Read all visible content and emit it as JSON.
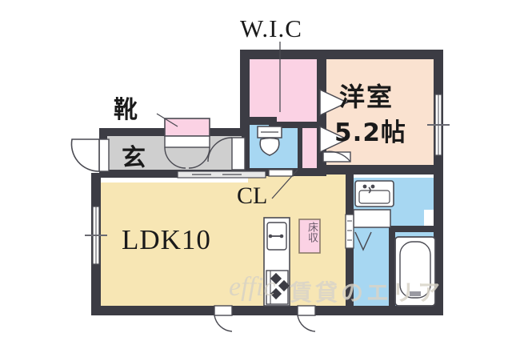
{
  "document": {
    "type": "floor-plan",
    "layout_name": "1LDK apartment floor plan",
    "background": "#ffffff"
  },
  "labels": {
    "wic": "W.I.C",
    "shoe_closet": "靴",
    "genkan": "玄",
    "bedroom_name": "洋室",
    "bedroom_size": "5.2帖",
    "closet": "CL",
    "ldk": "LDK10",
    "floor_storage": "床収"
  },
  "watermark": {
    "text": "賃貸のエリア",
    "script": "effic",
    "color": "#d9d4c8"
  },
  "colors": {
    "wall": "#3c3c44",
    "ldk_fill": "#f7e6b4",
    "bedroom_fill": "#fae2d0",
    "wic_fill": "#fbd2e4",
    "closet_fill": "#fbd2e4",
    "water_fill": "#a7d7f2",
    "genkan_fill": "#cfcfcf",
    "fixture_white": "#ffffff",
    "line": "#4a4a52"
  },
  "rooms": [
    {
      "id": "wic",
      "name": "Walk-in closet",
      "label": "W.I.C",
      "fill": "#fbd2e4"
    },
    {
      "id": "bedroom",
      "name": "Western-style bedroom",
      "label": "洋室 5.2帖",
      "fill": "#fae2d0"
    },
    {
      "id": "ldk",
      "name": "Living dining kitchen",
      "label": "LDK10",
      "fill": "#f7e6b4"
    },
    {
      "id": "genkan",
      "name": "Entrance hall",
      "label": "玄",
      "fill": "#cfcfcf"
    },
    {
      "id": "toilet",
      "name": "Toilet room",
      "label": "",
      "fill": "#a7d7f2"
    },
    {
      "id": "washroom",
      "name": "Wash room",
      "label": "",
      "fill": "#a7d7f2"
    },
    {
      "id": "bath",
      "name": "Bathroom",
      "label": "",
      "fill": "#a7d7f2"
    },
    {
      "id": "closet",
      "name": "Closet",
      "label": "CL",
      "fill": "#fbd2e4"
    }
  ],
  "fixtures": [
    {
      "id": "toilet-bowl",
      "name": "toilet"
    },
    {
      "id": "sink-basin",
      "name": "washbasin"
    },
    {
      "id": "bathtub",
      "name": "bathtub"
    },
    {
      "id": "kitchen-sink",
      "name": "kitchen sink"
    },
    {
      "id": "gas-stove",
      "name": "three-burner gas stove"
    },
    {
      "id": "washer-space",
      "name": "washing machine space"
    },
    {
      "id": "shoe-cabinet",
      "name": "shoe cabinet"
    },
    {
      "id": "floor-storage",
      "name": "under-floor storage"
    }
  ],
  "openings": [
    {
      "id": "entrance-door",
      "name": "entrance door"
    },
    {
      "id": "bedroom-door",
      "name": "bedroom door"
    },
    {
      "id": "window-left",
      "name": "left exterior window"
    },
    {
      "id": "window-right",
      "name": "right exterior window"
    },
    {
      "id": "balcony-door-1",
      "name": "balcony door left"
    },
    {
      "id": "balcony-door-2",
      "name": "balcony door right"
    }
  ]
}
